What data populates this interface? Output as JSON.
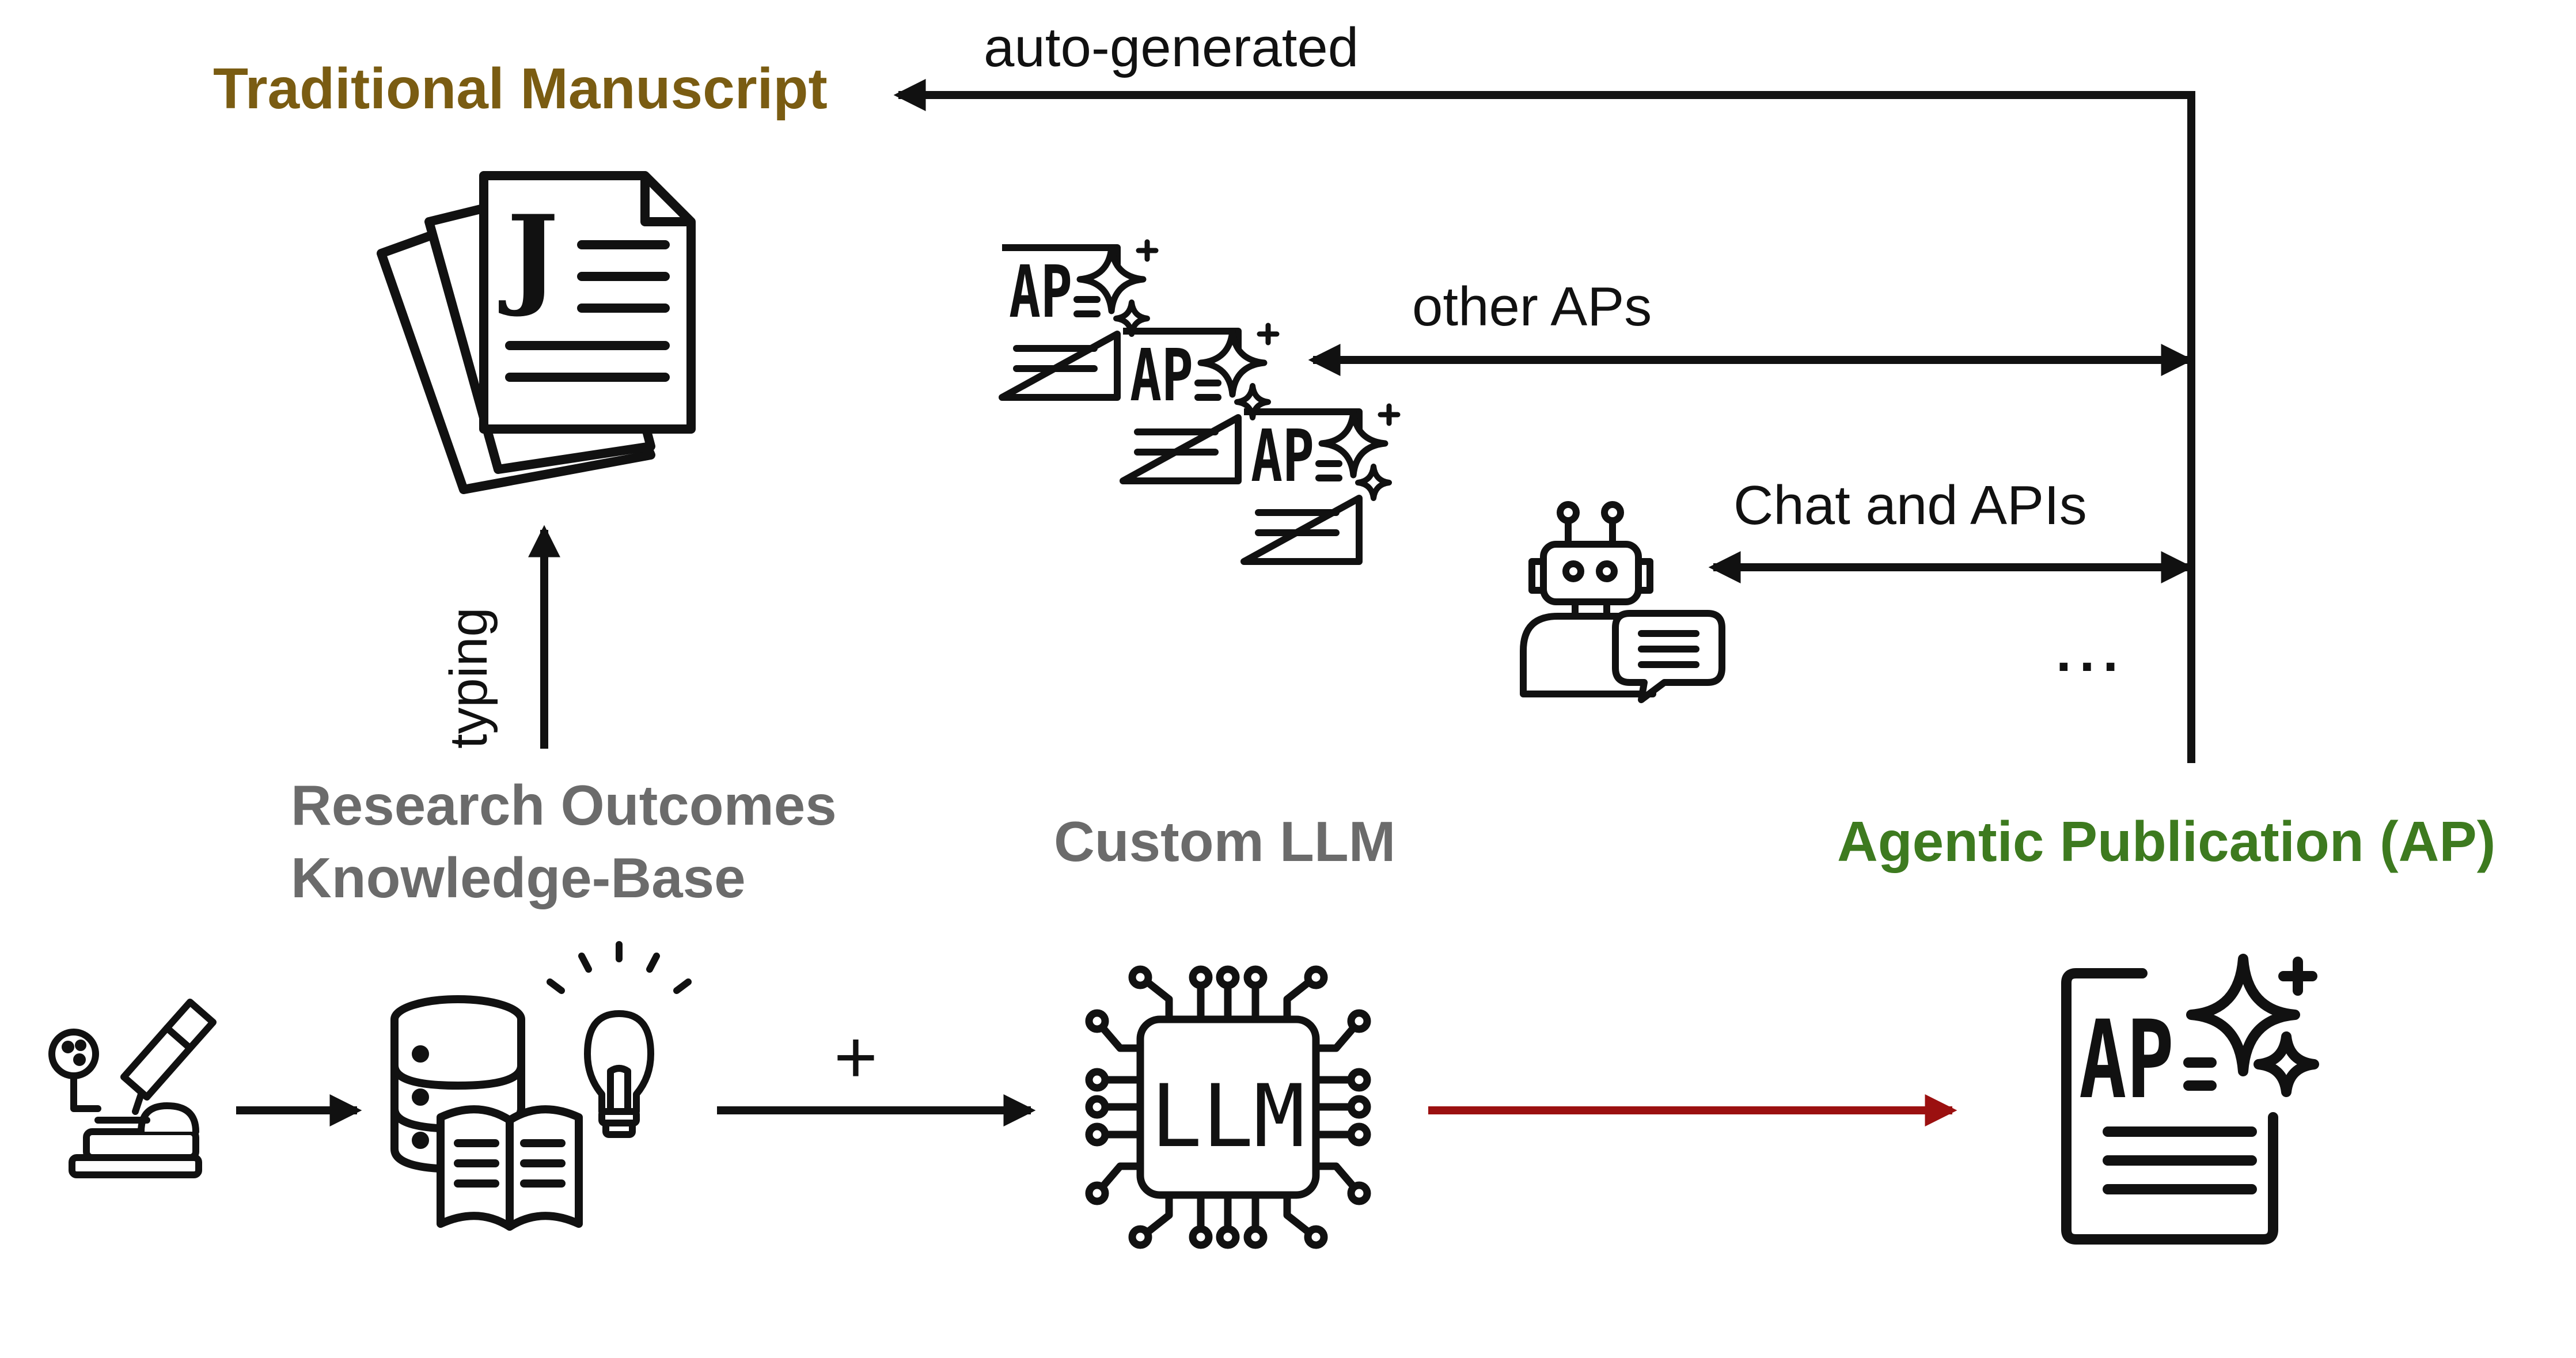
{
  "labels": {
    "traditional_manuscript": "Traditional Manuscript",
    "auto_generated": "auto-generated",
    "other_aps": "other APs",
    "chat_and_apis": "Chat and APIs",
    "ellipsis": "...",
    "typing": "typing",
    "research_outcomes_line1": "Research Outcomes",
    "research_outcomes_line2": "Knowledge-Base",
    "custom_llm": "Custom LLM",
    "agentic_publication": "Agentic Publication (AP)",
    "plus": "+"
  },
  "icon_text": {
    "journal_letter": "J",
    "ap": "AP",
    "llm": "LLM"
  },
  "colors": {
    "manuscript_title": "#7a5c12",
    "grey_label": "#6b6b6b",
    "ap_green": "#3d7a1f",
    "llm_arrow": "#9b1010",
    "ink": "#111111"
  },
  "icons": [
    "microscope-icon",
    "database-icon",
    "open-book-icon",
    "lightbulb-icon",
    "llm-chip-icon",
    "journal-documents-icon",
    "ap-document-icon",
    "robot-chat-icon"
  ]
}
